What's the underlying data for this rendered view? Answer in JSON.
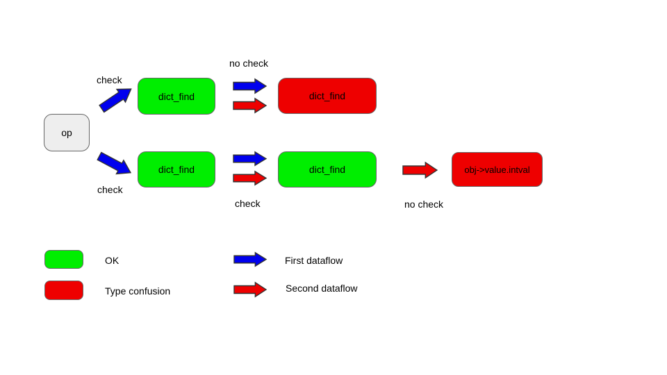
{
  "diagram": {
    "op_node": "op",
    "row_top": {
      "check_label": "check",
      "no_check_label": "no check",
      "checked_node": "dict_find",
      "confused_node": "dict_find"
    },
    "row_bottom": {
      "check_label_left": "check",
      "check_label_middle": "check",
      "no_check_label": "no check",
      "checked_node": "dict_find",
      "checked_node_2": "dict_find",
      "sink_node": "obj->value.intval"
    }
  },
  "legend": {
    "ok_label": "OK",
    "type_confusion_label": "Type confusion",
    "first_dataflow_label": "First dataflow",
    "second_dataflow_label": "Second dataflow"
  },
  "colors": {
    "ok_green": "#00ee00",
    "confusion_red": "#ee0000",
    "dataflow_blue": "#0000ee",
    "dataflow_red": "#ee0000",
    "op_fill": "#eeeeee",
    "node_border": "#666666",
    "arrow_outline": "#333333"
  }
}
